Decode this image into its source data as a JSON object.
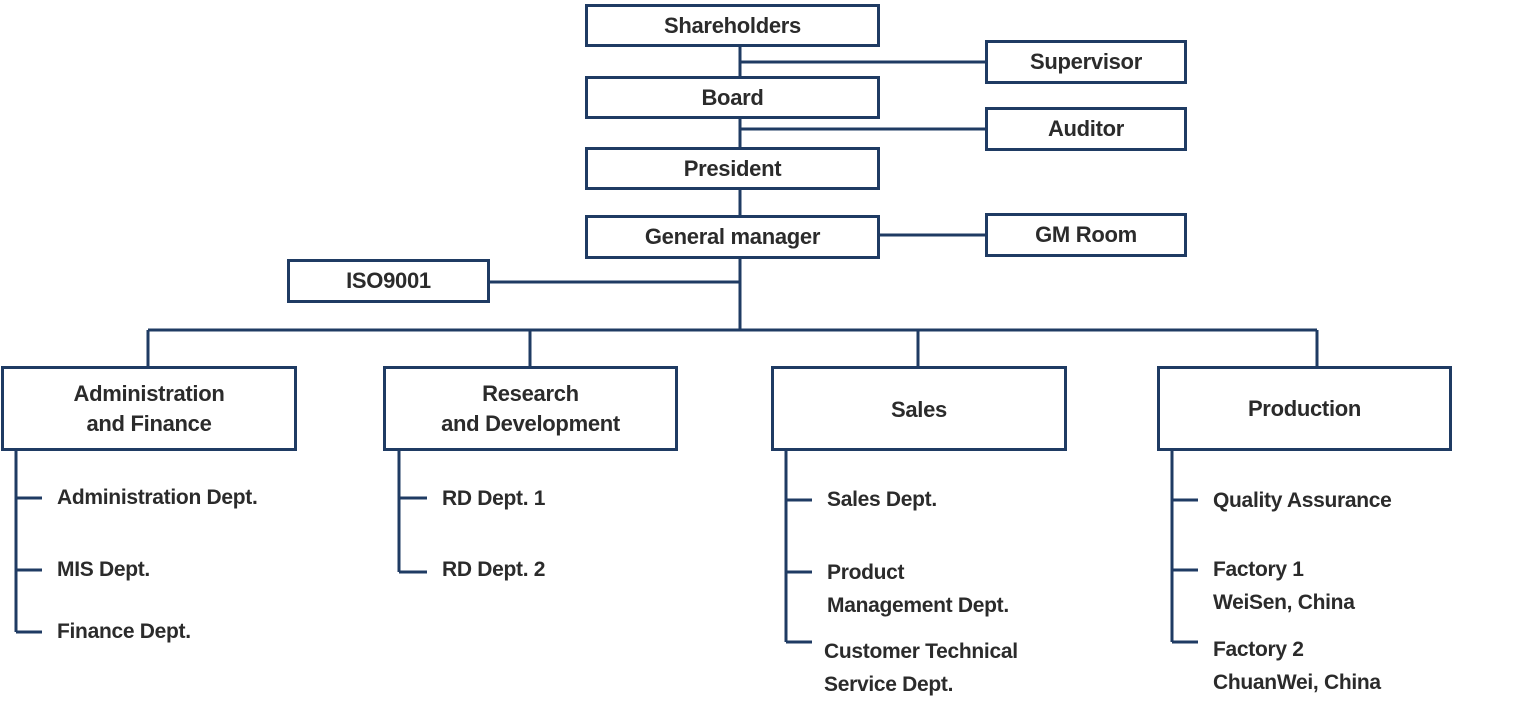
{
  "top_chain": {
    "shareholders": "Shareholders",
    "supervisor": "Supervisor",
    "board": "Board",
    "auditor": "Auditor",
    "president": "President",
    "general_manager": "General manager",
    "gm_room": "GM Room",
    "iso": "ISO9001"
  },
  "divisions": [
    {
      "title": "Administration\nand Finance",
      "depts": [
        "Administration Dept.",
        "MIS Dept.",
        "Finance Dept."
      ]
    },
    {
      "title": "Research\nand Development",
      "depts": [
        "RD Dept. 1",
        "RD Dept. 2"
      ]
    },
    {
      "title": "Sales",
      "depts": [
        "Sales Dept.",
        "Product\nManagement Dept.",
        "Customer Technical\nService Dept."
      ]
    },
    {
      "title": "Production",
      "depts": [
        "Quality Assurance",
        "Factory 1\nWeiSen, China",
        "Factory 2\nChuanWei, China"
      ]
    }
  ],
  "colors": {
    "line": "#1f3b63",
    "text": "#2b2b2b",
    "background": "#ffffff"
  }
}
